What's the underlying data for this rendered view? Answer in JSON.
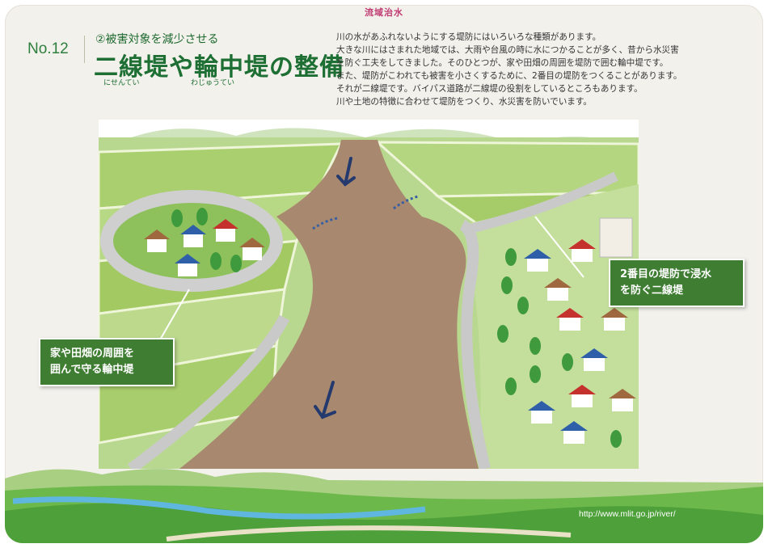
{
  "header": {
    "tag": "流域治水",
    "number": "No.12",
    "subtitle": "②被害対象を減少させる",
    "title": "二線堤や輪中堤の整備",
    "ruby_nisentei": "にせんてい",
    "ruby_wajuutei": "わじゅうてい"
  },
  "description": [
    "川の水があふれないようにする堤防にはいろいろな種類があります。",
    "大きな川にはさまれた地域では、大雨や台風の時に水につかることが多く、昔から水災害",
    "を防ぐ工夫をしてきました。そのひとつが、家や田畑の周囲を堤防で囲む輪中堤です。",
    "また、堤防がこわれても被害を小さくするために、2番目の堤防をつくることがあります。",
    "それが二線堤です。バイパス道路が二線堤の役割をしているところもあります。",
    "川や土地の特徴に合わせて堤防をつくり、水災害を防いでいます。"
  ],
  "callouts": {
    "wajuutei": [
      "家や田畑の周囲を",
      "囲んで守る輪中堤"
    ],
    "nisentei": [
      "2番目の堤防で浸水",
      "を防ぐ二線堤"
    ]
  },
  "footer": {
    "url": "http://www.mlit.go.jp/river/"
  },
  "colors": {
    "accent_green": "#3f7d32",
    "title_green": "#1d6f33",
    "tag_pink": "#c03b72",
    "water": "#a8896f"
  }
}
